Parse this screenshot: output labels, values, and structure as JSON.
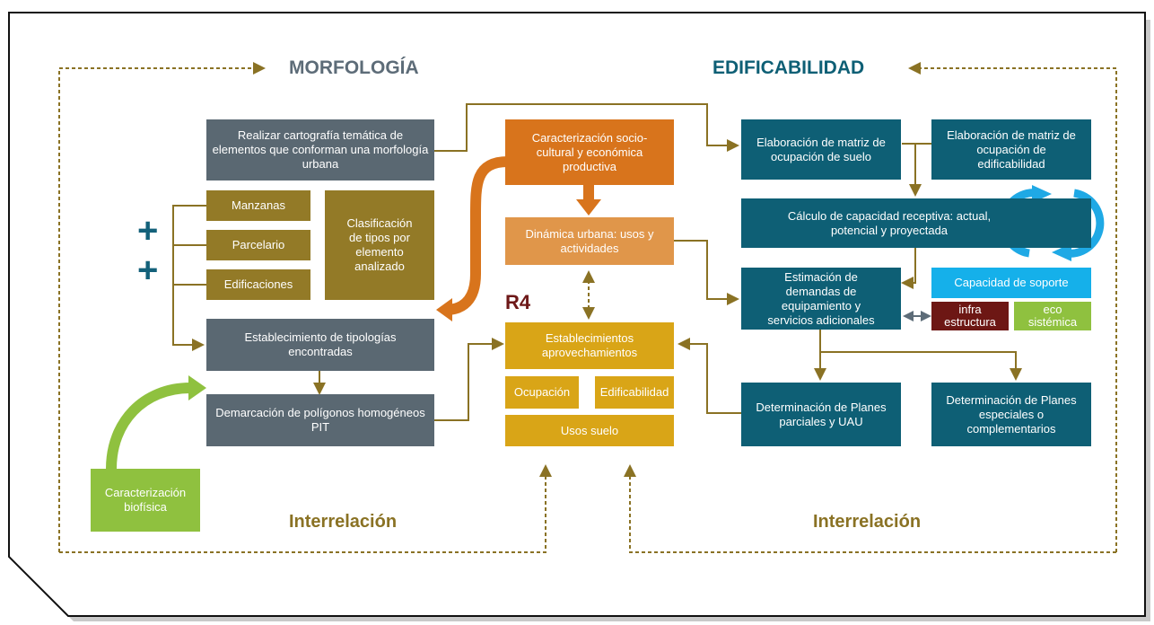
{
  "titles": {
    "morfologia": "MORFOLOGÍA",
    "edificabilidad": "EDIFICABILIDAD"
  },
  "interrelacion": {
    "left": "Interrelación",
    "right": "Interrelación"
  },
  "tag": "R4",
  "plus_sign": "+",
  "morfologia_boxes": {
    "cartografia": "Realizar cartografía temática de elementos que conforman una morfología urbana",
    "manzanas": "Manzanas",
    "parcelario": "Parcelario",
    "edificaciones": "Edificaciones",
    "clasificacion": "Clasificación de tipos por elemento analizado",
    "tipologias": "Establecimiento de tipologías encontradas",
    "demarcacion": "Demarcación de polígonos homogéneos PIT",
    "biofisica": "Caracterización biofísica"
  },
  "centro_boxes": {
    "socio_cultural": "Caracterización socio-cultural y económica productiva",
    "dinamica": "Dinámica urbana: usos y actividades",
    "establecimientos": "Establecimientos aprovechamientos",
    "ocupacion": "Ocupación",
    "edificabilidad": "Edificabilidad",
    "usos_suelo": "Usos suelo"
  },
  "edificabilidad_boxes": {
    "matriz_suelo": "Elaboración de matriz de ocupación de suelo",
    "matriz_edif": "Elaboración de matriz de ocupación de edificabilidad",
    "capacidad_receptiva": "Cálculo de capacidad receptiva: actual, potencial y proyectada",
    "estimacion": "Estimación de demandas de equipamiento y servicios adicionales",
    "capacidad_soporte": "Capacidad de soporte",
    "infra": "infra estructura",
    "eco": "eco sistémica",
    "planes_parciales": "Determinación de Planes parciales y UAU",
    "planes_especiales": "Determinación de Planes especiales o complementarios"
  },
  "colors": {
    "slate": "#5a6872",
    "olive": "#937a27",
    "orange": "#d8741c",
    "light_orange": "#e0964a",
    "gold": "#d9a517",
    "teal": "#0e5f75",
    "sky_blue": "#15b0ea",
    "maroon": "#6d1714",
    "light_green": "#8fc13f",
    "connector": "#8a7224"
  }
}
